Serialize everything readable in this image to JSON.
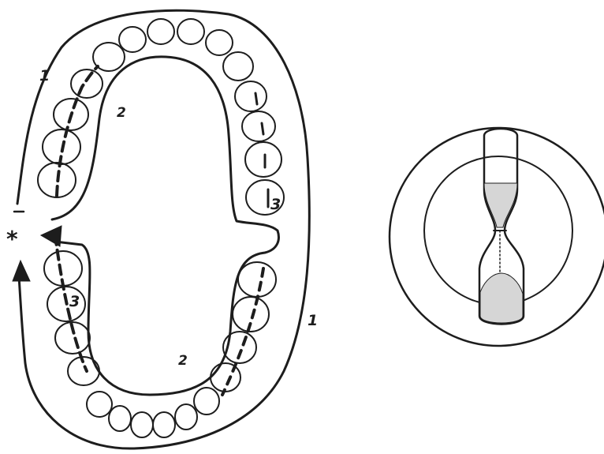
{
  "diagram": {
    "labels": {
      "path_1_top": "1",
      "path_1_right": "1",
      "path_2_upper": "2",
      "path_2_lower": "2",
      "teeth_3_upper": "3",
      "teeth_3_lower": "3",
      "start_marker": "*"
    }
  },
  "colors": {
    "ink": "#1d1d1d",
    "background": "#ffffff",
    "sand": "#d6d6d6"
  }
}
